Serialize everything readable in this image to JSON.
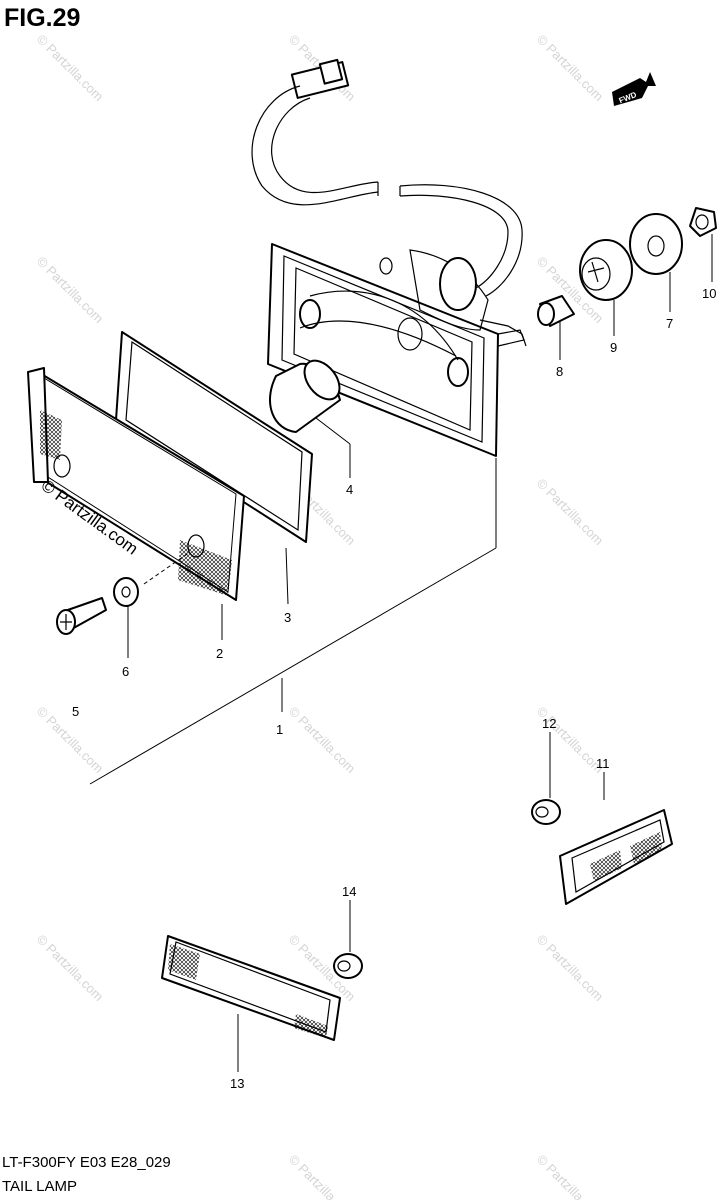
{
  "figure": {
    "title": "FIG.29",
    "model_code": "LT-F300FY E03 E28_029",
    "name": "TAIL LAMP"
  },
  "direction_badge": "FWD",
  "watermark": {
    "text": "© Partzilla.com",
    "overlay_text": "© Partzilla.com"
  },
  "callouts": [
    {
      "id": "callout-1",
      "label": "1"
    },
    {
      "id": "callout-2",
      "label": "2"
    },
    {
      "id": "callout-3",
      "label": "3"
    },
    {
      "id": "callout-4",
      "label": "4"
    },
    {
      "id": "callout-5",
      "label": "5"
    },
    {
      "id": "callout-6",
      "label": "6"
    },
    {
      "id": "callout-7",
      "label": "7"
    },
    {
      "id": "callout-8",
      "label": "8"
    },
    {
      "id": "callout-9",
      "label": "9"
    },
    {
      "id": "callout-10",
      "label": "10"
    },
    {
      "id": "callout-11",
      "label": "11"
    },
    {
      "id": "callout-12",
      "label": "12"
    },
    {
      "id": "callout-13",
      "label": "13"
    },
    {
      "id": "callout-14",
      "label": "14"
    }
  ]
}
